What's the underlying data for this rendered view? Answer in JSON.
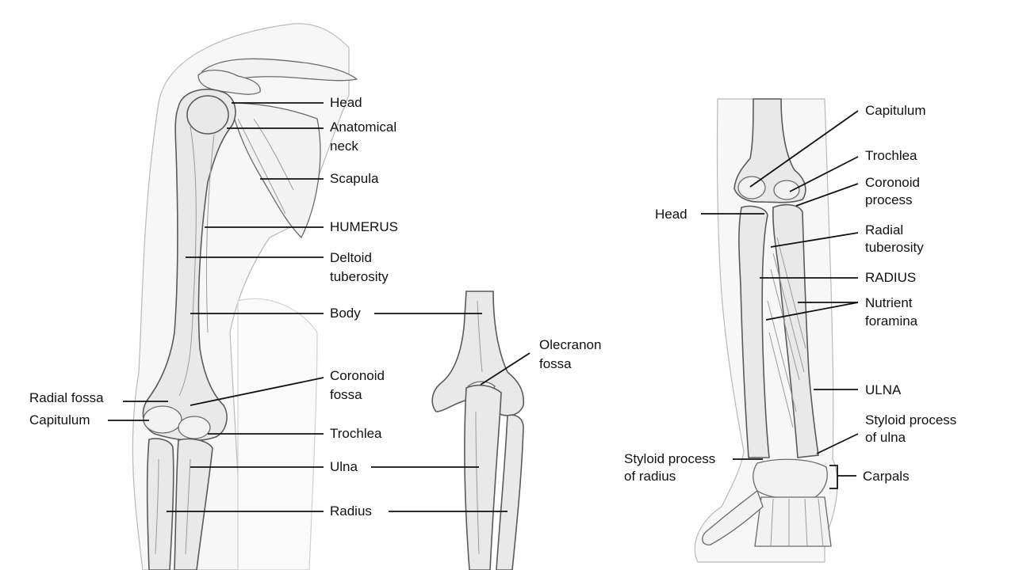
{
  "labels": {
    "head": "Head",
    "anatomical_neck_1": "Anatomical",
    "anatomical_neck_2": "neck",
    "scapula": "Scapula",
    "humerus": "HUMERUS",
    "deltoid_1": "Deltoid",
    "deltoid_2": "tuberosity",
    "body": "Body",
    "coronoid_fossa_1": "Coronoid",
    "coronoid_fossa_2": "fossa",
    "radial_fossa": "Radial fossa",
    "capitulum_left": "Capitulum",
    "trochlea_left": "Trochlea",
    "ulna_left": "Ulna",
    "radius_left": "Radius",
    "olecranon_1": "Olecranon",
    "olecranon_2": "fossa",
    "capitulum_right": "Capitulum",
    "trochlea_right": "Trochlea",
    "coronoid_process_1": "Coronoid",
    "coronoid_process_2": "process",
    "head_right": "Head",
    "radial_tuberosity_1": "Radial",
    "radial_tuberosity_2": "tuberosity",
    "radius_caps": "RADIUS",
    "nutrient_1": "Nutrient",
    "nutrient_2": "foramina",
    "ulna_caps": "ULNA",
    "styloid_ulna_1": "Styloid process",
    "styloid_ulna_2": "of ulna",
    "styloid_radius_1": "Styloid process",
    "styloid_radius_2": "of radius",
    "carpals": "Carpals"
  }
}
